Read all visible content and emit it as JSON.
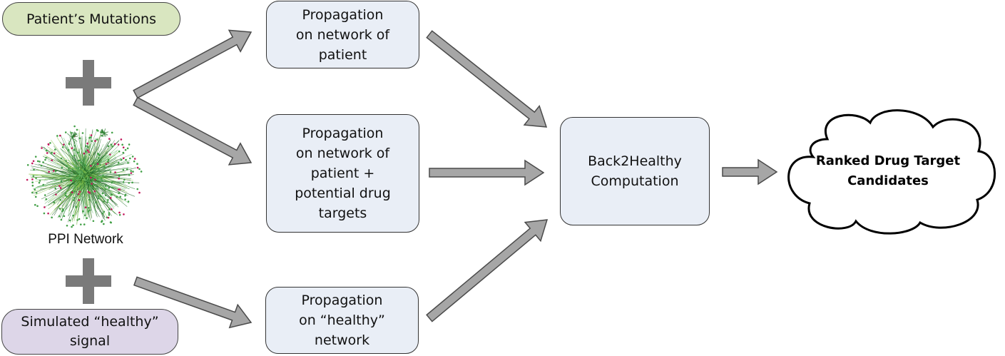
{
  "inputs": {
    "mutations": "Patient’s Mutations",
    "network": "PPI Network",
    "healthy_line1": "Simulated “healthy”",
    "healthy_line2": "signal"
  },
  "propagations": {
    "patient": [
      "Propagation",
      "on network of",
      "patient"
    ],
    "drug": [
      "Propagation",
      "on network of",
      "patient +",
      "potential drug",
      "targets"
    ],
    "healthy": [
      "Propagation",
      "on “healthy”",
      "network"
    ]
  },
  "computation": [
    "Back2Healthy",
    "Computation"
  ],
  "output": [
    "Ranked Drug Target",
    "Candidates"
  ],
  "colors": {
    "mutations_fill": "#d9e6c0",
    "healthy_fill": "#ddd6e8",
    "process_fill": "#e9eef6",
    "arrow_fill": "#a6a6a6",
    "plus_fill": "#7a7a7a"
  }
}
